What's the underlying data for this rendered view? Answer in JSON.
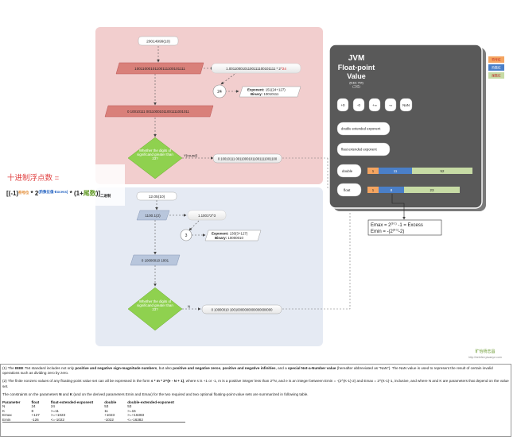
{
  "red_flow": {
    "input": "20014999(10)",
    "binary": "10011000101100111100101111",
    "normalized_pre": "1.0011000101100111100101111 * 2",
    "normalized_exp": "^24",
    "step_badge": "24",
    "exponent_label": "Exponent:",
    "exponent_value": "151(24+127)",
    "binary_label": "Binary:",
    "binary_value": "10010111",
    "assembled": "0 10010111 00110001011001111001011",
    "decision": "Whether the digits of significand greater than 23?",
    "yes_label": "Y(round)",
    "rounded": "0 10010111 00110001011001111001100"
  },
  "blue_flow": {
    "input": "12.05(10)",
    "binary": "1100.1(2)",
    "normalized": "1.1001*2^3",
    "step_badge": "3",
    "exponent_label": "Exponent:",
    "exponent_value": "130(3+127)",
    "binary_label": "Binary:",
    "binary_value": "10000010",
    "assembled": "0 10000010 1001",
    "decision": "Whether the digits of significand greater than 23?",
    "no_label": "N",
    "padded": "0 10000010 10010000000000000000000"
  },
  "formula": {
    "title": "十进制浮点数 =",
    "open": "[(-1)",
    "sign": "符号位",
    "times1": " * 2",
    "exp_sup": "(阶数位值-Excess)",
    "times2": " * (1+",
    "mantissa": "尾数",
    "close": ")]",
    "base": "二进制"
  },
  "jvm": {
    "title_line1": "JVM",
    "title_line2": "Float-point",
    "title_line3": "Value",
    "standard": "(IEEE 754)",
    "subtitle": "(工位)",
    "specials": [
      "+0",
      "-0",
      "+∞",
      "-∞",
      "NaN"
    ],
    "types": [
      "double extended exponent",
      "float extended exponent",
      "double",
      "float"
    ],
    "double_bits": [
      "1",
      "11",
      "52"
    ],
    "float_bits": [
      "1",
      "8",
      "23"
    ]
  },
  "legend": {
    "items": [
      {
        "label": "符号位",
        "color": "#f4a460"
      },
      {
        "label": "阶数位",
        "color": "#4a7fc8"
      },
      {
        "label": "尾数位",
        "color": "#c7dba5"
      }
    ]
  },
  "emax_box": {
    "line1_pre": "Emax = 2",
    "line1_sup": "(8-1)",
    "line1_post": " -1 = Excess",
    "line2_pre": "Emin = -(2",
    "line2_sup": "(8-1)",
    "line2_post": "-2)"
  },
  "watermark": {
    "name": "旷怡杨志昌",
    "url": "http://kelefee.javaeye.com"
  },
  "notes": {
    "p1_pre": "(1) The ",
    "p1_ieee": "IEEE",
    "p1_mid": " 754 standard includes not only ",
    "p1_b1": "positive and negative sign-magnitude numbers",
    "p1_mid2": ", but also ",
    "p1_b2": "positive and negative zeros",
    "p1_sep": ", ",
    "p1_b3": "positive and negative infinities",
    "p1_mid3": ", and a ",
    "p1_b4": "special Not-a-Number value",
    "p1_post": " (hereafter abbreviated as \"NaN\"). The NaN value is used to represent the result of certain invalid operations such as dividing zero by zero.",
    "p2_pre": "(2) The finite nonzero values of any floating-point value set can all be expressed in the form ",
    "p2_form": "s * m * 2^(e - N + 1)",
    "p2_post": ", where s is +1 or -1, m is a positive integer less than 2^N, and e is an integer between Emin = -(2^(K-1)-2) and Emax = 2^(K-1)-1, inclusive, and where N and K are parameters that depend on the value set.",
    "p3_pre": "The constraints on the parameters ",
    "p3_n": "N",
    "p3_mid": " and ",
    "p3_k": "K",
    "p3_post": " (and on the derived parameters Emin and Emax) for the two required and two optional floating-point value sets are summarized in following table.",
    "table_headers": [
      "Parameter",
      "float",
      "float-extended-exponent",
      "double",
      "double-extended-exponent"
    ],
    "table_rows": [
      [
        "N",
        "24",
        "24",
        "53",
        "53"
      ],
      [
        "K",
        "8",
        ">=11",
        "11",
        ">=15"
      ],
      [
        "Emax",
        "+127",
        ">=+1023",
        "+1023",
        ">=+16383"
      ],
      [
        "Emin",
        "-126",
        "<=-1022",
        "-1022",
        "<=-16382"
      ]
    ]
  }
}
